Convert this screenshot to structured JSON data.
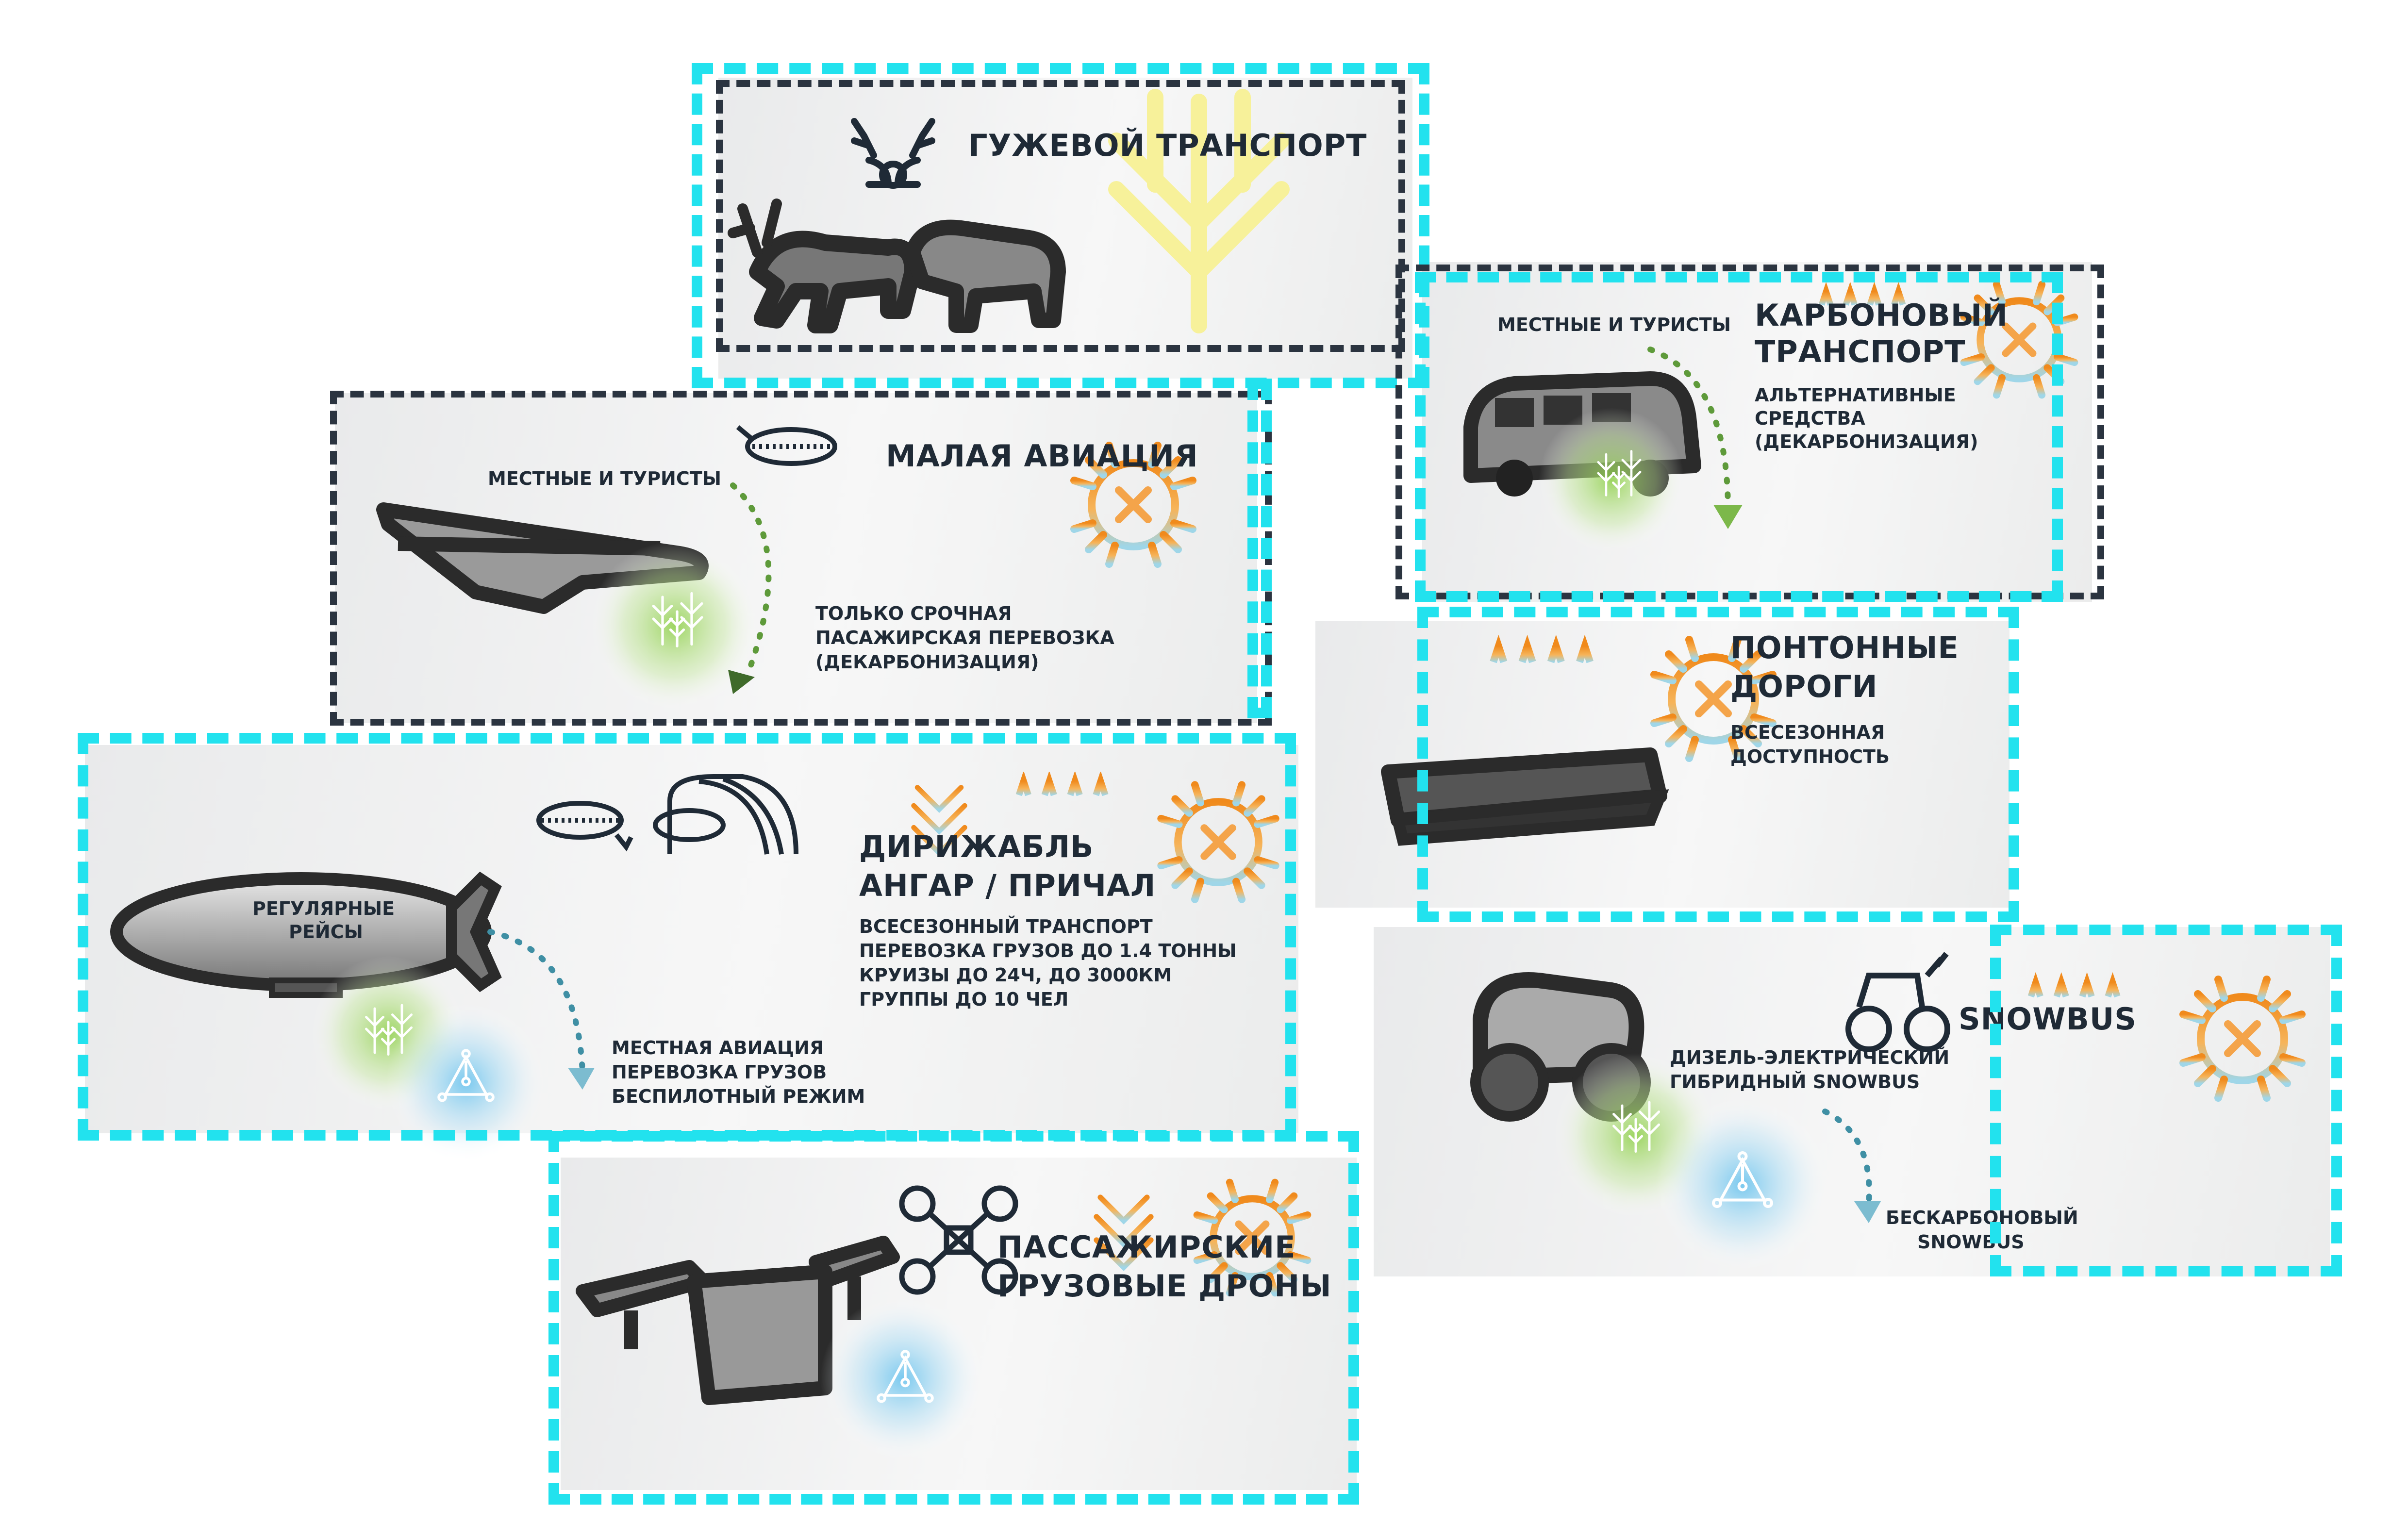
{
  "colors": {
    "cyan_frame": "#22e2ee",
    "dark_frame": "#2b3440",
    "card_bg": "#eeeeef",
    "text": "#1f2a36",
    "orange": "#f29a2e",
    "yellow": "#f7f19a",
    "light_blue": "#9fd6e8",
    "green_halo": "#a6d86a",
    "blue_halo": "#8fd0f0",
    "green_arrow": "#5e9a3a",
    "teal_arrow": "#3f8fa4"
  },
  "cards": {
    "horse_transport": {
      "title": "ГУЖЕВОЙ ТРАНСПОРТ",
      "icons": [
        "reindeer-antlers-icon",
        "reindeer-photo",
        "horse-photo",
        "yellow-tree-icon"
      ]
    },
    "carbon_transport": {
      "title_line1": "КАРБОНОВЫЙ",
      "title_line2": "ТРАНСПОРТ",
      "users_label": "МЕСТНЫЕ И ТУРИСТЫ",
      "desc_line1": "АЛЬТЕРНАТИВНЫЕ",
      "desc_line2": "СРЕДСТВА",
      "desc_line3": "(ДЕКАРБОНИЗАЦИЯ)",
      "icons": [
        "uaz-van-photo",
        "orange-tree-icon",
        "gear-cross-icon",
        "green-tree-icon"
      ]
    },
    "small_aviation": {
      "title": "МАЛАЯ АВИАЦИЯ",
      "users_label": "МЕСТНЫЕ И ТУРИСТЫ",
      "desc_line1": "ТОЛЬКО СРОЧНАЯ",
      "desc_line2": "ПАСАЖИРСКАЯ ПЕРЕВОЗКА",
      "desc_line3": "(ДЕКАРБОНИЗАЦИЯ)",
      "icons": [
        "biplane-photo",
        "airship-small-icon",
        "gear-cross-icon",
        "green-tree-icon"
      ]
    },
    "pontoon_roads": {
      "title_line1": "ПОНТОННЫЕ",
      "title_line2": "ДОРОГИ",
      "desc_line1": "ВСЕСЕЗОННАЯ",
      "desc_line2": "ДОСТУПНОСТЬ",
      "icons": [
        "pontoon-photo",
        "fence-icon",
        "gear-cross-icon"
      ]
    },
    "airship": {
      "title_line1": "ДИРИЖАБЛЬ",
      "title_line2": "АНГАР / ПРИЧАЛ",
      "airship_label_line1": "РЕГУЛЯРНЫЕ",
      "airship_label_line2": "РЕЙСЫ",
      "desc_line1": "ВСЕСЕЗОННЫЙ ТРАНСПОРТ",
      "desc_line2": "ПЕРЕВОЗКА ГРУЗОВ ДО 1.4 ТОННЫ",
      "desc_line3": "КРУИЗЫ ДО 24Ч, ДО 3000КМ",
      "desc_line4": "ГРУППЫ ДО 10 ЧЕЛ",
      "extra_line1": "МЕСТНАЯ АВИАЦИЯ",
      "extra_line2": "ПЕРЕВОЗКА ГРУЗОВ",
      "extra_line3": "БЕСПИЛОТНЫЙ РЕЖИМ",
      "icons": [
        "airship-photo",
        "airship-mast-icon",
        "hangar-icon",
        "orange-tree-icon",
        "fence-icon",
        "gear-cross-icon",
        "green-tree-icon",
        "drone-network-icon"
      ]
    },
    "snowbus": {
      "title": "SNOWBUS",
      "desc_line1": "ДИЗЕЛЬ-ЭЛЕКТРИЧЕСКИЙ",
      "desc_line2": "ГИБРИДНЫЙ SNOWBUS",
      "extra_line1": "БЕСКАРБОНОВЫЙ",
      "extra_line2": "SNOWBUS",
      "icons": [
        "snowbus-photo",
        "tractor-icon",
        "fence-icon",
        "gear-cross-icon",
        "green-tree-icon",
        "drone-network-icon"
      ]
    },
    "drones": {
      "title_line1": "ПАССАЖИРСКИЕ",
      "title_line2": "ГРУЗОВЫЕ ДРОНЫ",
      "icons": [
        "drone-photo",
        "quadcopter-icon",
        "orange-tree-icon",
        "gear-cross-icon",
        "drone-network-icon"
      ]
    }
  }
}
